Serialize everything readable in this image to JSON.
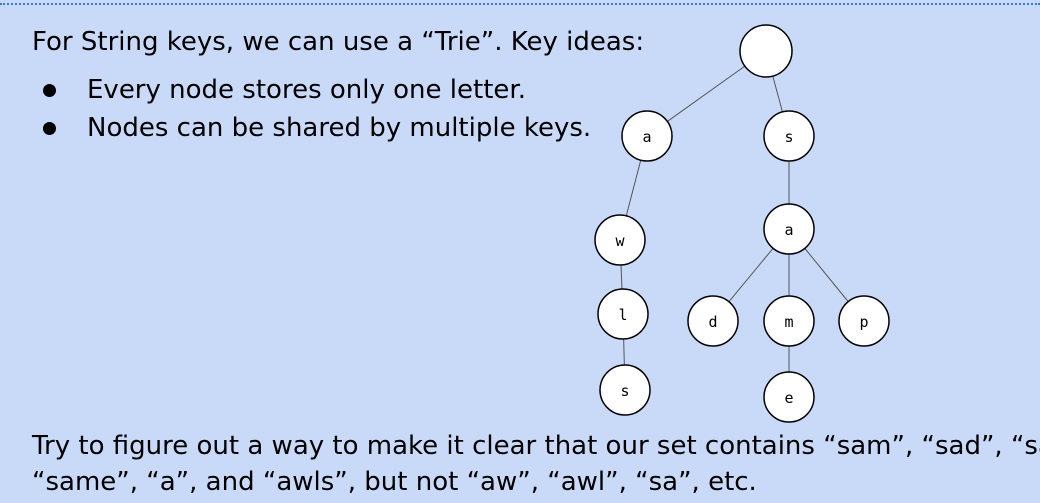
{
  "intro": "For String keys, we can use a “Trie”. Key ideas:",
  "bullets": [
    "Every node stores only one letter.",
    "Nodes can be shared by multiple keys."
  ],
  "outro_lines": [
    "Try to figure out a way to make it clear that our set contains “sam”, “sad”, “sap”,",
    "“same”, “a”, and “awls”, but not “aw”, “awl”, “sa”, etc."
  ],
  "trie": {
    "nodes": [
      {
        "id": "root",
        "label": ""
      },
      {
        "id": "a",
        "label": "a"
      },
      {
        "id": "s",
        "label": "s"
      },
      {
        "id": "aw",
        "label": "w"
      },
      {
        "id": "awl",
        "label": "l"
      },
      {
        "id": "awls",
        "label": "s"
      },
      {
        "id": "sa",
        "label": "a"
      },
      {
        "id": "sad",
        "label": "d"
      },
      {
        "id": "sam",
        "label": "m"
      },
      {
        "id": "sap",
        "label": "p"
      },
      {
        "id": "same",
        "label": "e"
      }
    ],
    "edges": [
      [
        "root",
        "a"
      ],
      [
        "root",
        "s"
      ],
      [
        "a",
        "aw"
      ],
      [
        "aw",
        "awl"
      ],
      [
        "awl",
        "awls"
      ],
      [
        "s",
        "sa"
      ],
      [
        "sa",
        "sad"
      ],
      [
        "sa",
        "sam"
      ],
      [
        "sa",
        "sap"
      ],
      [
        "sam",
        "same"
      ]
    ]
  }
}
